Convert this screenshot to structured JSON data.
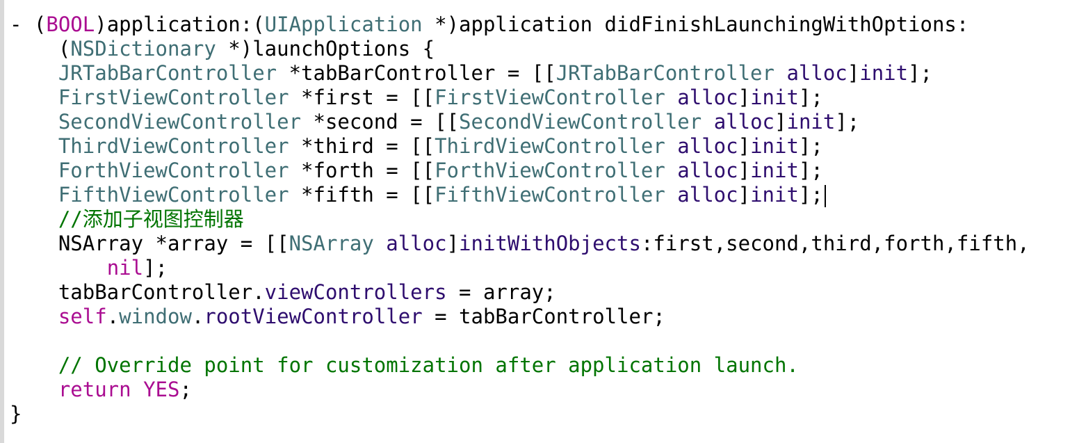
{
  "editor": {
    "colors": {
      "plain": "#000000",
      "keyword": "#aa0d91",
      "class": "#3f6e74",
      "method": "#2e0d6e",
      "comment": "#007400",
      "gutter": "#d9d9d9"
    },
    "lines": [
      [
        [
          "- (",
          "p"
        ],
        [
          "BOOL",
          "k"
        ],
        [
          ")application:(",
          "p"
        ],
        [
          "UIApplication",
          "c"
        ],
        [
          " *)application didFinishLaunchingWithOptions:",
          "p"
        ]
      ],
      [
        [
          "    (",
          "p"
        ],
        [
          "NSDictionary",
          "c"
        ],
        [
          " *)launchOptions {",
          "p"
        ]
      ],
      [
        [
          "    ",
          "p"
        ],
        [
          "JRTabBarController",
          "c"
        ],
        [
          " *tabBarController = [[",
          "p"
        ],
        [
          "JRTabBarController",
          "c"
        ],
        [
          " ",
          "p"
        ],
        [
          "alloc",
          "m"
        ],
        [
          "]",
          "p"
        ],
        [
          "init",
          "m"
        ],
        [
          "];",
          "p"
        ]
      ],
      [
        [
          "    ",
          "p"
        ],
        [
          "FirstViewController",
          "c"
        ],
        [
          " *first = [[",
          "p"
        ],
        [
          "FirstViewController",
          "c"
        ],
        [
          " ",
          "p"
        ],
        [
          "alloc",
          "m"
        ],
        [
          "]",
          "p"
        ],
        [
          "init",
          "m"
        ],
        [
          "];",
          "p"
        ]
      ],
      [
        [
          "    ",
          "p"
        ],
        [
          "SecondViewController",
          "c"
        ],
        [
          " *second = [[",
          "p"
        ],
        [
          "SecondViewController",
          "c"
        ],
        [
          " ",
          "p"
        ],
        [
          "alloc",
          "m"
        ],
        [
          "]",
          "p"
        ],
        [
          "init",
          "m"
        ],
        [
          "];",
          "p"
        ]
      ],
      [
        [
          "    ",
          "p"
        ],
        [
          "ThirdViewController",
          "c"
        ],
        [
          " *third = [[",
          "p"
        ],
        [
          "ThirdViewController",
          "c"
        ],
        [
          " ",
          "p"
        ],
        [
          "alloc",
          "m"
        ],
        [
          "]",
          "p"
        ],
        [
          "init",
          "m"
        ],
        [
          "];",
          "p"
        ]
      ],
      [
        [
          "    ",
          "p"
        ],
        [
          "ForthViewController",
          "c"
        ],
        [
          " *forth = [[",
          "p"
        ],
        [
          "ForthViewController",
          "c"
        ],
        [
          " ",
          "p"
        ],
        [
          "alloc",
          "m"
        ],
        [
          "]",
          "p"
        ],
        [
          "init",
          "m"
        ],
        [
          "];",
          "p"
        ]
      ],
      [
        [
          "    ",
          "p"
        ],
        [
          "FifthViewController",
          "c"
        ],
        [
          " *fifth = [[",
          "p"
        ],
        [
          "FifthViewController",
          "c"
        ],
        [
          " ",
          "p"
        ],
        [
          "alloc",
          "m"
        ],
        [
          "]",
          "p"
        ],
        [
          "init",
          "m"
        ],
        [
          "];",
          "p"
        ],
        [
          "",
          "cursor"
        ]
      ],
      [
        [
          "    ",
          "p"
        ],
        [
          "//添加子视图控制器",
          "cm"
        ]
      ],
      [
        [
          "    NSArray *array = [[",
          "p"
        ],
        [
          "NSArray",
          "c"
        ],
        [
          " ",
          "p"
        ],
        [
          "alloc",
          "m"
        ],
        [
          "]",
          "p"
        ],
        [
          "initWithObjects",
          "m"
        ],
        [
          ":first,second,third,forth,fifth,",
          "p"
        ]
      ],
      [
        [
          "        ",
          "p"
        ],
        [
          "nil",
          "k"
        ],
        [
          "];",
          "p"
        ]
      ],
      [
        [
          "    tabBarController.",
          "p"
        ],
        [
          "viewControllers",
          "m"
        ],
        [
          " = array;",
          "p"
        ]
      ],
      [
        [
          "    ",
          "p"
        ],
        [
          "self",
          "k"
        ],
        [
          ".",
          "p"
        ],
        [
          "window",
          "c"
        ],
        [
          ".",
          "p"
        ],
        [
          "rootViewController",
          "m"
        ],
        [
          " = tabBarController;",
          "p"
        ]
      ],
      [
        [
          "",
          "p"
        ]
      ],
      [
        [
          "    ",
          "p"
        ],
        [
          "// Override point for customization after application launch.",
          "cm"
        ]
      ],
      [
        [
          "    ",
          "p"
        ],
        [
          "return",
          "k"
        ],
        [
          " ",
          "p"
        ],
        [
          "YES",
          "k"
        ],
        [
          ";",
          "p"
        ]
      ],
      [
        [
          "}",
          "p"
        ]
      ]
    ]
  }
}
